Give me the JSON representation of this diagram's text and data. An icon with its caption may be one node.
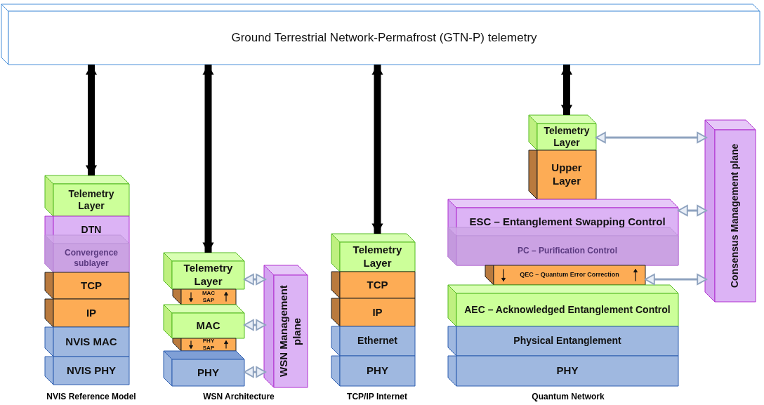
{
  "diagram": {
    "nodes": [
      {
        "text": [
          "Ground Terrestrial Network-Permafrost (GTN-P) telemetry"
        ]
      },
      {
        "text": [
          "Telemetry Layer"
        ]
      },
      {
        "text": [
          "DTN"
        ]
      },
      {
        "text": [
          "Convergence sublayer"
        ],
        "in": 2
      },
      {
        "text": [
          "TCP"
        ]
      },
      {
        "text": [
          "IP"
        ]
      },
      {
        "text": [
          "NVIS MAC"
        ]
      },
      {
        "text": [
          "NVIS PHY"
        ]
      },
      {
        "text": [
          "Telemetry Layer"
        ]
      },
      {
        "text": [
          "MAC SAP"
        ]
      },
      {
        "text": [
          "MAC"
        ]
      },
      {
        "text": [
          "PHY SAP"
        ]
      },
      {
        "text": [
          "PHY"
        ]
      },
      {
        "text": [
          "WSN Management plane"
        ]
      },
      {
        "text": [
          "Telemetry Layer"
        ]
      },
      {
        "text": [
          "TCP"
        ]
      },
      {
        "text": [
          "IP"
        ]
      },
      {
        "text": [
          "Ethernet"
        ]
      },
      {
        "text": [
          "PHY"
        ]
      },
      {
        "text": [
          "Telemetry Layer"
        ]
      },
      {
        "text": [
          "Upper Layer"
        ]
      },
      {
        "text": [
          "ESC – Entanglement Swapping Control"
        ]
      },
      {
        "text": [
          "PC – Purification Control"
        ],
        "in": 21
      },
      {
        "text": [
          "QEC – Quantum Error Correction"
        ]
      },
      {
        "text": [
          "AEC – Acknowledged Entanglement Control"
        ]
      },
      {
        "text": [
          "Physical Entanglement"
        ]
      },
      {
        "text": [
          "PHY"
        ]
      },
      {
        "text": [
          "Consensus Management plane"
        ]
      }
    ],
    "edges": [
      {
        "from": 0,
        "to": 1,
        "arrow": "both",
        "style": "thick",
        "color": "#000000"
      },
      {
        "from": 0,
        "to": 8,
        "arrow": "both",
        "style": "thick",
        "color": "#000000"
      },
      {
        "from": 0,
        "to": 14,
        "arrow": "both",
        "style": "thick",
        "color": "#000000"
      },
      {
        "from": 0,
        "to": 19,
        "arrow": "both",
        "style": "thick",
        "color": "#000000"
      },
      {
        "from": 8,
        "to": 13,
        "arrow": "both"
      },
      {
        "from": 10,
        "to": 13,
        "arrow": "both"
      },
      {
        "from": 12,
        "to": 13,
        "arrow": "both"
      },
      {
        "from": 19,
        "to": 27,
        "arrow": "both"
      },
      {
        "from": 21,
        "to": 27,
        "arrow": "both"
      },
      {
        "from": 23,
        "to": 27,
        "arrow": "both"
      }
    ],
    "labels": [
      "NVIS Reference Model",
      "WSN Architecture",
      "TCP/IP Internet",
      "Quantum Network"
    ]
  }
}
